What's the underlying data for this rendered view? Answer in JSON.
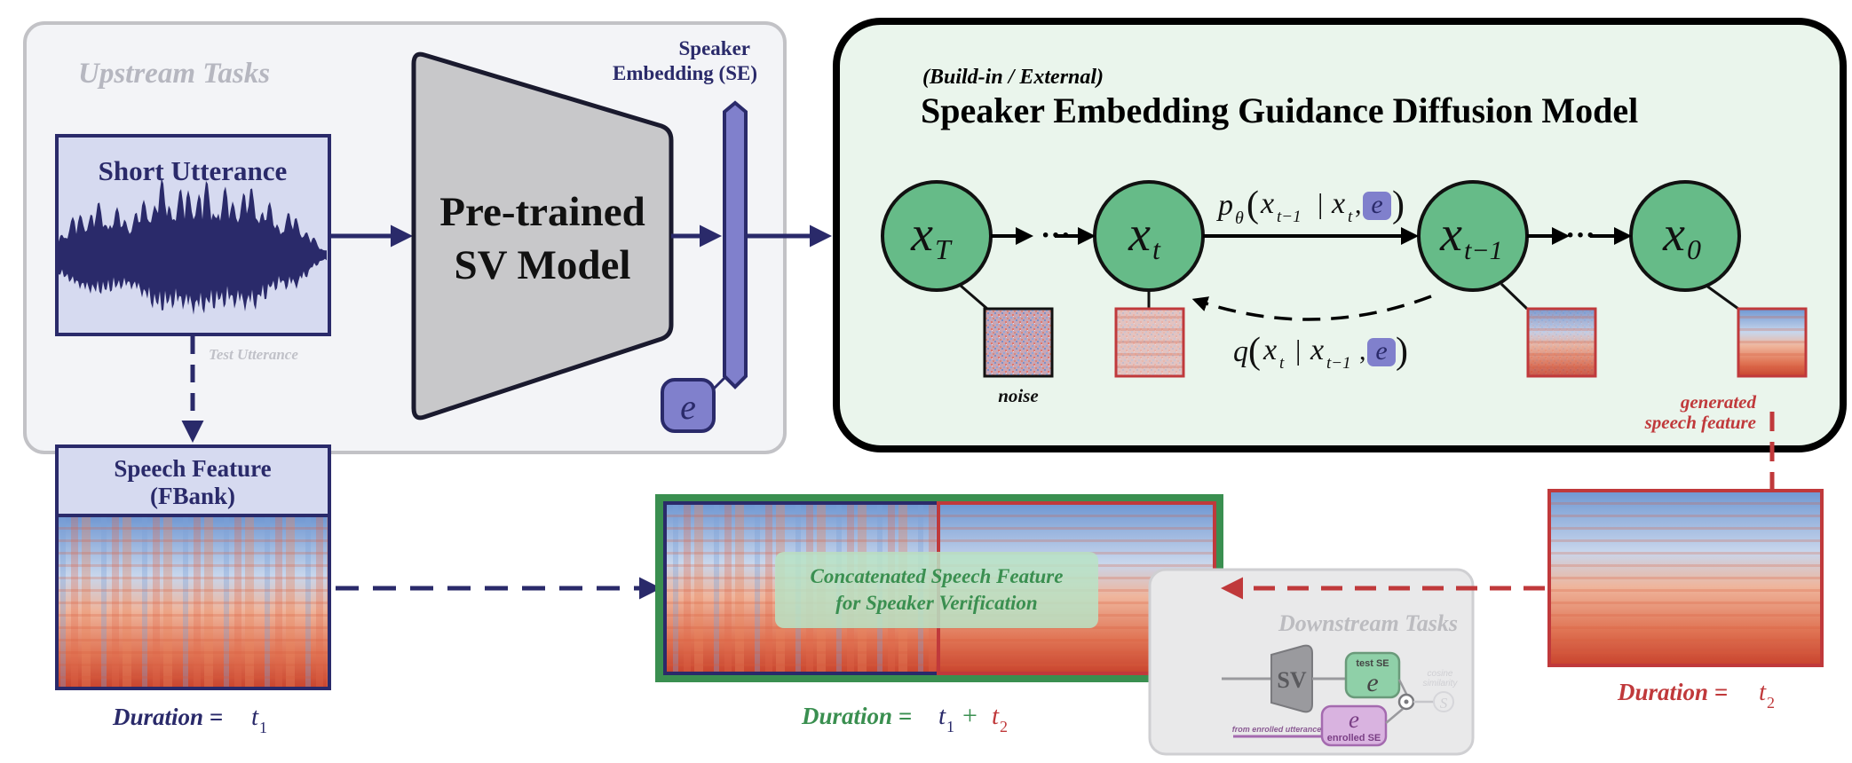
{
  "upstream": {
    "title": "Upstream Tasks",
    "short_utterance": "Short Utterance",
    "test_utterance": "Test Utterance",
    "model_line1": "Pre-trained",
    "model_line2": "SV Model",
    "se_line1": "Speaker",
    "se_line2": "Embedding (SE)",
    "e_symbol": "e"
  },
  "speech_feature": {
    "line1": "Speech Feature",
    "line2": "(FBank)",
    "duration_label": "Duration =",
    "duration_var": "t",
    "duration_sub": "1"
  },
  "diffusion": {
    "subtitle": "(Build-in / External)",
    "title": "Speaker Embedding Guidance Diffusion Model",
    "nodes": [
      {
        "main": "x",
        "sub": "T"
      },
      {
        "main": "x",
        "sub": "t"
      },
      {
        "main": "x",
        "sub": "t−1"
      },
      {
        "main": "x",
        "sub": "0"
      }
    ],
    "dots": "···",
    "p_symbol": "p",
    "p_sub": "θ",
    "q_symbol": "q",
    "forward_x1": "x",
    "forward_x1_sub": "t−1",
    "forward_x2": "x",
    "forward_x2_sub": "t",
    "reverse_x1": "x",
    "reverse_x1_sub": "t",
    "reverse_x2": "x",
    "reverse_x2_sub": "t−1",
    "e_symbol": "e",
    "noise_label": "noise",
    "generated_line1": "generated",
    "generated_line2": "speech feature"
  },
  "concat": {
    "line1": "Concatenated Speech Feature",
    "line2": "for Speaker Verification",
    "duration_label": "Duration =",
    "t1": "t",
    "t1_sub": "1",
    "plus": "+",
    "t2": "t",
    "t2_sub": "2"
  },
  "generated_feature": {
    "duration_label": "Duration =",
    "duration_var": "t",
    "duration_sub": "2"
  },
  "downstream": {
    "title": "Downstream Tasks",
    "sv": "SV",
    "test_se": "test SE",
    "enrolled_se": "enrolled SE",
    "e_symbol": "e",
    "cosine_line1": "cosine",
    "cosine_line2": "similarity",
    "s_symbol": "S",
    "from_enrolled": "from enrolled utterance"
  },
  "colors": {
    "navy": "#2a2a6a",
    "green": "#3a8f50",
    "red": "#c0393b",
    "node_fill": "#66bb88",
    "diffusion_bg": "#eaf5ec",
    "upstream_bg": "#f3f4f7",
    "purple": "#8080cc"
  }
}
